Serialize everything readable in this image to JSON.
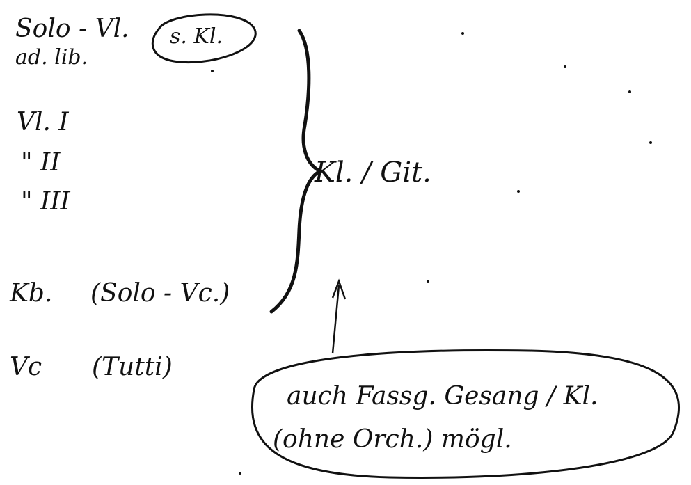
{
  "score_notes": {
    "solo_line1": "Solo - Vl.",
    "solo_circled": "s. Kl.",
    "solo_line2": "ad. lib.",
    "vl1": "Vl. I",
    "vl2": "\" II",
    "vl3": "\" III",
    "kb": "Kb.",
    "kb_note": "(Solo - Vc.)",
    "vc": "Vc",
    "vc_note": "(Tutti)",
    "bracket_label": "Kl. / Git.",
    "bubble_line1": "auch Fassg. Gesang / Kl.",
    "bubble_line2": "(ohne Orch.) mögl."
  }
}
